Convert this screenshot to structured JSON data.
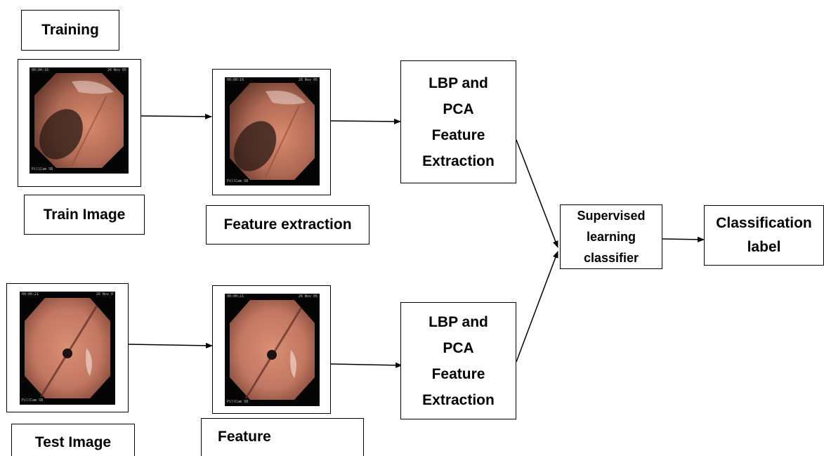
{
  "labels": {
    "training": "Training",
    "train_image": "Train Image",
    "feature_extraction": "Feature extraction",
    "test_image": "Test Image",
    "feature": "Feature"
  },
  "lbp_pca_top": [
    "LBP and",
    "PCA",
    "Feature",
    "Extraction"
  ],
  "lbp_pca_bottom": [
    "LBP and",
    "PCA",
    "Feature",
    "Extraction"
  ],
  "classifier": [
    "Supervised",
    "learning",
    "classifier"
  ],
  "output": [
    "Classification",
    "label"
  ],
  "colors": {
    "line": "#000000",
    "endoscopy_tissue_train": "#b06a55",
    "endoscopy_tissue_test": "#c17761"
  }
}
